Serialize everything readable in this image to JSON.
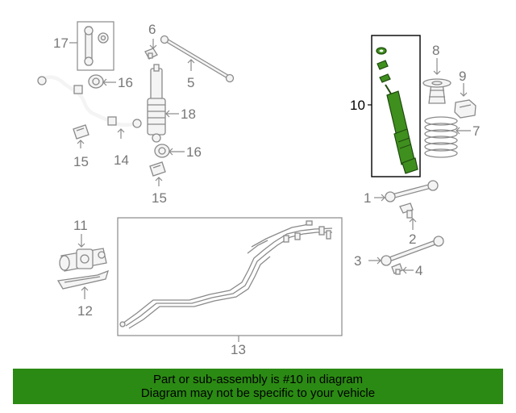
{
  "callouts": {
    "c1": "1",
    "c2": "2",
    "c3": "3",
    "c4": "4",
    "c5": "5",
    "c6": "6",
    "c7": "7",
    "c8": "8",
    "c9": "9",
    "c10": "10",
    "c11": "11",
    "c12": "12",
    "c13": "13",
    "c14": "14",
    "c15a": "15",
    "c15b": "15",
    "c16a": "16",
    "c16b": "16",
    "c17": "17",
    "c18": "18"
  },
  "banner": {
    "line1": "Part or sub-assembly is #10 in diagram",
    "line2": "Diagram may not be specific to your vehicle"
  },
  "colors": {
    "highlight": "#3f8f1e",
    "banner": "#2b8a13",
    "linework": "#8a8a8a"
  }
}
